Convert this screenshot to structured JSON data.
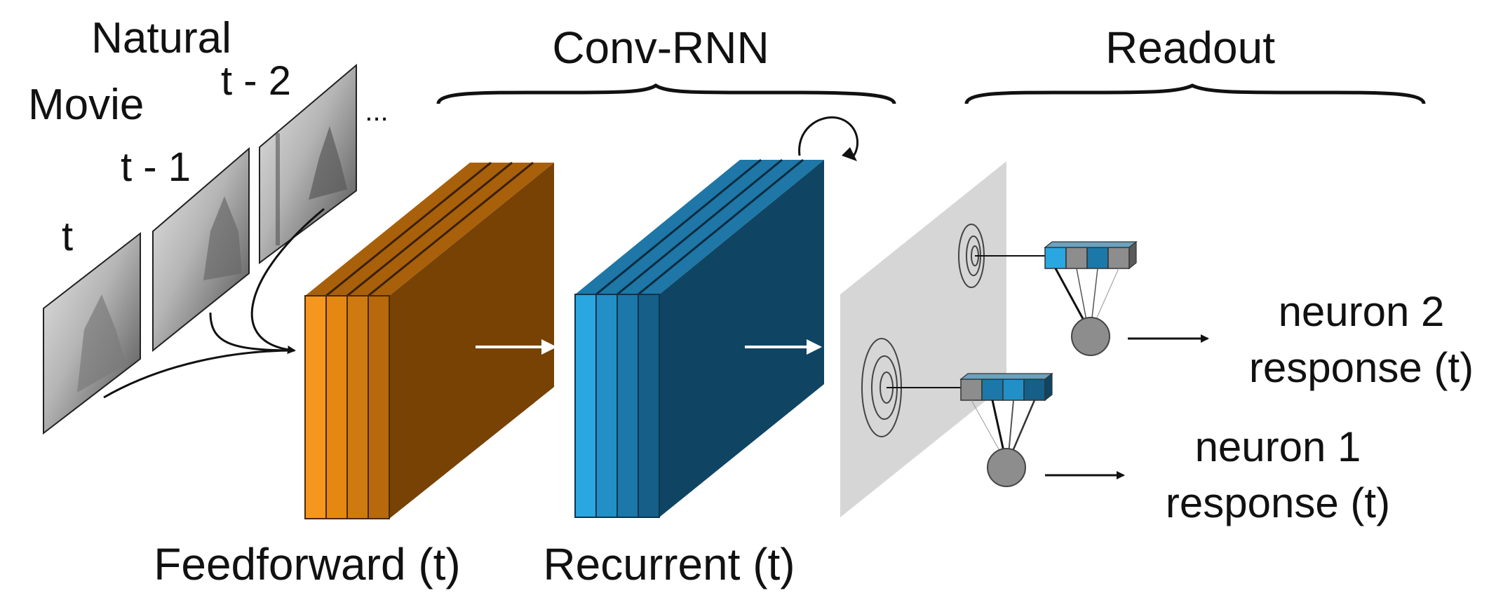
{
  "labels": {
    "input_title_line1": "Natural",
    "input_title_line2": "Movie",
    "frame_t": "t",
    "frame_t1": "t - 1",
    "frame_t2": "t - 2",
    "ellipsis": "...",
    "convrnn": "Conv-RNN",
    "readout": "Readout",
    "feedforward": "Feedforward (t)",
    "recurrent": "Recurrent (t)",
    "neuron2_line1": "neuron 2",
    "neuron2_line2": "response (t)",
    "neuron1_line1": "neuron 1",
    "neuron1_line2": "response (t)"
  },
  "colors": {
    "feedforward_front": [
      "#f5961e",
      "#e58812",
      "#cf7a10",
      "#b8690b"
    ],
    "feedforward_side": "#774204",
    "recurrent_front": [
      "#2aa6e0",
      "#2290c7",
      "#1b78a8",
      "#155f88"
    ],
    "recurrent_side": "#0f4563",
    "readout_plane": "#d6d6d6",
    "neuron": "#8d8d8d"
  }
}
